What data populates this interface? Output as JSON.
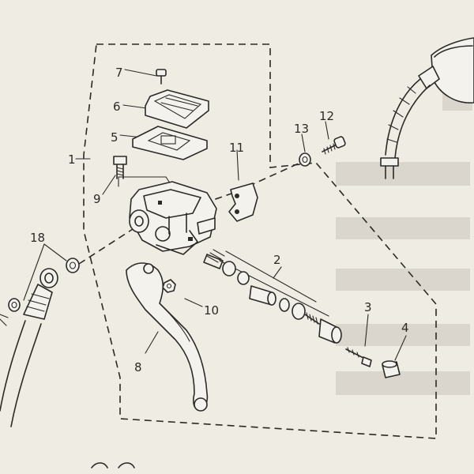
{
  "diagram": {
    "callouts": {
      "c1": "1",
      "c2": "2",
      "c3": "3",
      "c4": "4",
      "c5": "5",
      "c6": "6",
      "c7": "7",
      "c8": "8",
      "c9": "9",
      "c10": "10",
      "c11": "11",
      "c12": "12",
      "c13": "13",
      "c18": "18"
    }
  }
}
